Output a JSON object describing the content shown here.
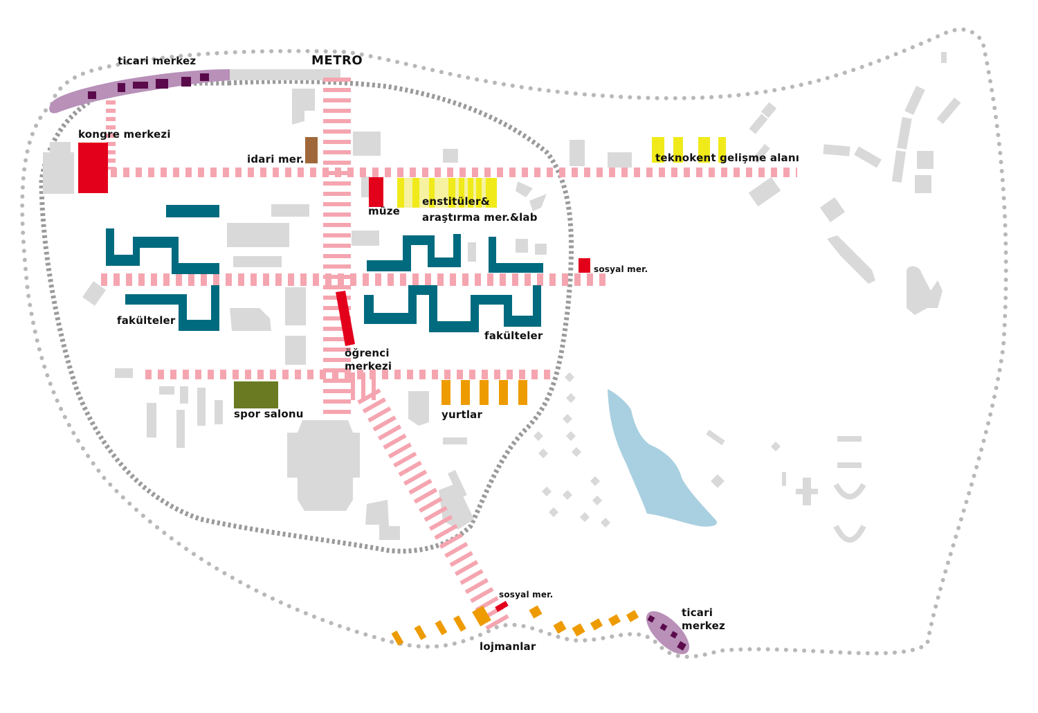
{
  "map": {
    "colors": {
      "building": "#d9d9d9",
      "path": "#f5a5b0",
      "boundary_dot": "#b8b8b8",
      "ring_dash": "#9a9a9a",
      "water": "#a9d0e0",
      "faculty": "#006a7f",
      "social": "#e3001b",
      "commercial": "#5a0a4a",
      "commercial_zone": "#b890b8",
      "admin": "#a0683a",
      "research": "#f0ea1a",
      "research_light": "#f6f2a0",
      "dorm": "#ee9b00",
      "sports": "#697a22"
    },
    "labels": {
      "metro": "METRO",
      "ticari_merkez_top": "ticari merkez",
      "kongre_merkezi": "kongre merkezi",
      "idari_mer": "idari mer.",
      "muze": "müze",
      "enstituler_line1": "enstitüler&",
      "enstituler_line2": "araştırma mer.&lab",
      "teknokent": "teknokent gelişme alanı",
      "sosyal_mer_east": "sosyal mer.",
      "fakulteler_west": "fakülteler",
      "fakulteler_east": "fakülteler",
      "ogrenci_line1": "öğrenci",
      "ogrenci_line2": "merkezi",
      "spor_salonu": "spor salonu",
      "yurtlar": "yurtlar",
      "sosyal_mer_south": "sosyal mer.",
      "lojmanlar": "lojmanlar",
      "ticari_merkez_south_line1": "ticari",
      "ticari_merkez_south_line2": "merkez"
    }
  }
}
